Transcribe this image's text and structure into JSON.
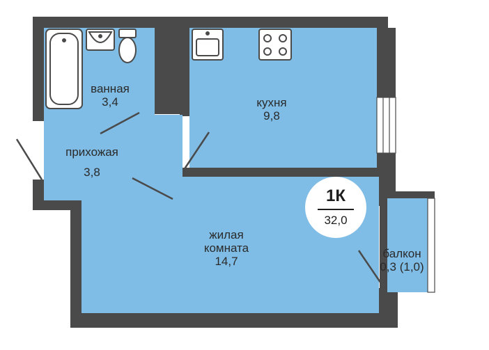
{
  "colors": {
    "floor": "#7fbde6",
    "wall": "#4a4a4a",
    "fixture_stroke": "#4a4a4a",
    "fixture_fill": "#ffffff",
    "label": "#2a2a2a",
    "badge_bg": "#ffffff"
  },
  "rooms": {
    "bathroom": {
      "name": "ванная",
      "area": "3,4"
    },
    "kitchen": {
      "name": "кухня",
      "area": "9,8"
    },
    "hallway": {
      "name": "прихожая",
      "area": "3,8"
    },
    "living": {
      "name_line1": "жилая",
      "name_line2": "комната",
      "area": "14,7"
    },
    "balcony": {
      "name": "балкон",
      "area": "0,3 (1,0)"
    }
  },
  "badge": {
    "type": "1К",
    "total_area": "32,0"
  },
  "fixtures": [
    "bathtub-icon",
    "sink-icon",
    "toilet-icon",
    "kitchen-sink-icon",
    "stove-icon"
  ]
}
